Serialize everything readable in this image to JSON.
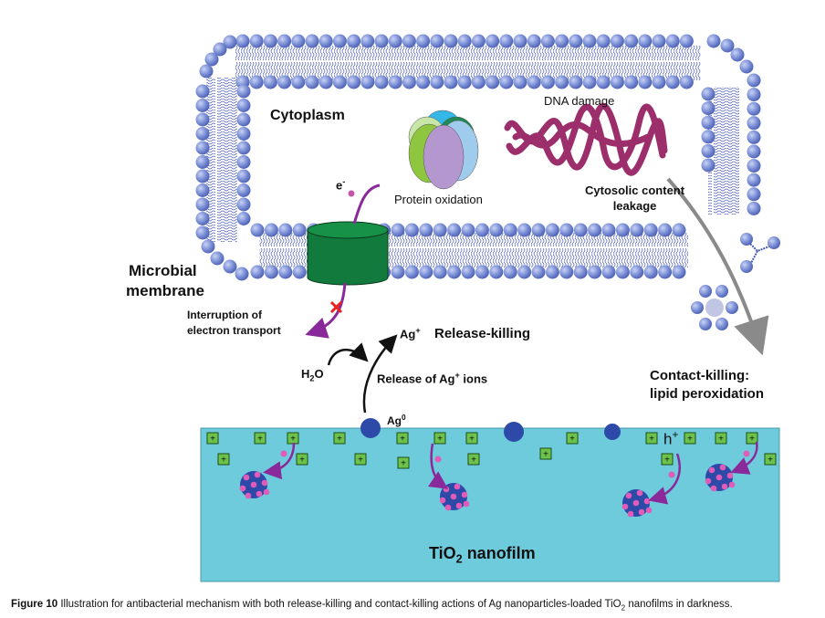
{
  "figure": {
    "labels": {
      "cytoplasm": "Cytoplasm",
      "dna_damage": "DNA damage",
      "protein_oxidation": "Protein oxidation",
      "electron": "e",
      "electron_sup": "-",
      "cytosolic_leakage_line1": "Cytosolic content",
      "cytosolic_leakage_line2": "leakage",
      "microbial_membrane_line1": "Microbial",
      "microbial_membrane_line2": "membrane",
      "interruption_line1": "Interruption of",
      "interruption_line2": "electron transport",
      "ag_plus": "Ag",
      "ag_plus_sup": "+",
      "release_killing": "Release-killing",
      "h2o_h": "H",
      "h2o_sub": "2",
      "h2o_o": "O",
      "release_ions_pre": "Release of Ag",
      "release_ions_sup": "+",
      "release_ions_post": " ions",
      "ag0": "Ag",
      "ag0_sup": "0",
      "contact_killing_line1": "Contact-killing:",
      "contact_killing_line2": "lipid peroxidation",
      "hole": "h",
      "hole_sup": "+",
      "nanofilm_pre": "TiO",
      "nanofilm_sub": "2",
      "nanofilm_post": " nanofilm"
    },
    "colors": {
      "lipid_head": "#7b8fd6",
      "lipid_tail": "#4a5bb0",
      "channel": "#127a3c",
      "dna": "#9c2f6b",
      "electron_path": "#8a2a9a",
      "block_x": "#e8221d",
      "nanofilm": "#6ecbdc",
      "hole_box": "#6cc24a",
      "ag_particle": "#2e4aa8",
      "ag_dot": "#e05cb8",
      "leak_arrow": "#8a8a8a"
    }
  },
  "caption": {
    "label": "Figure 10",
    "text_pre": " Illustration for antibacterial mechanism with both release-killing and contact-killing actions of Ag nanoparticles-loaded TiO",
    "text_sub": "2",
    "text_post": " nanofilms in darkness."
  }
}
